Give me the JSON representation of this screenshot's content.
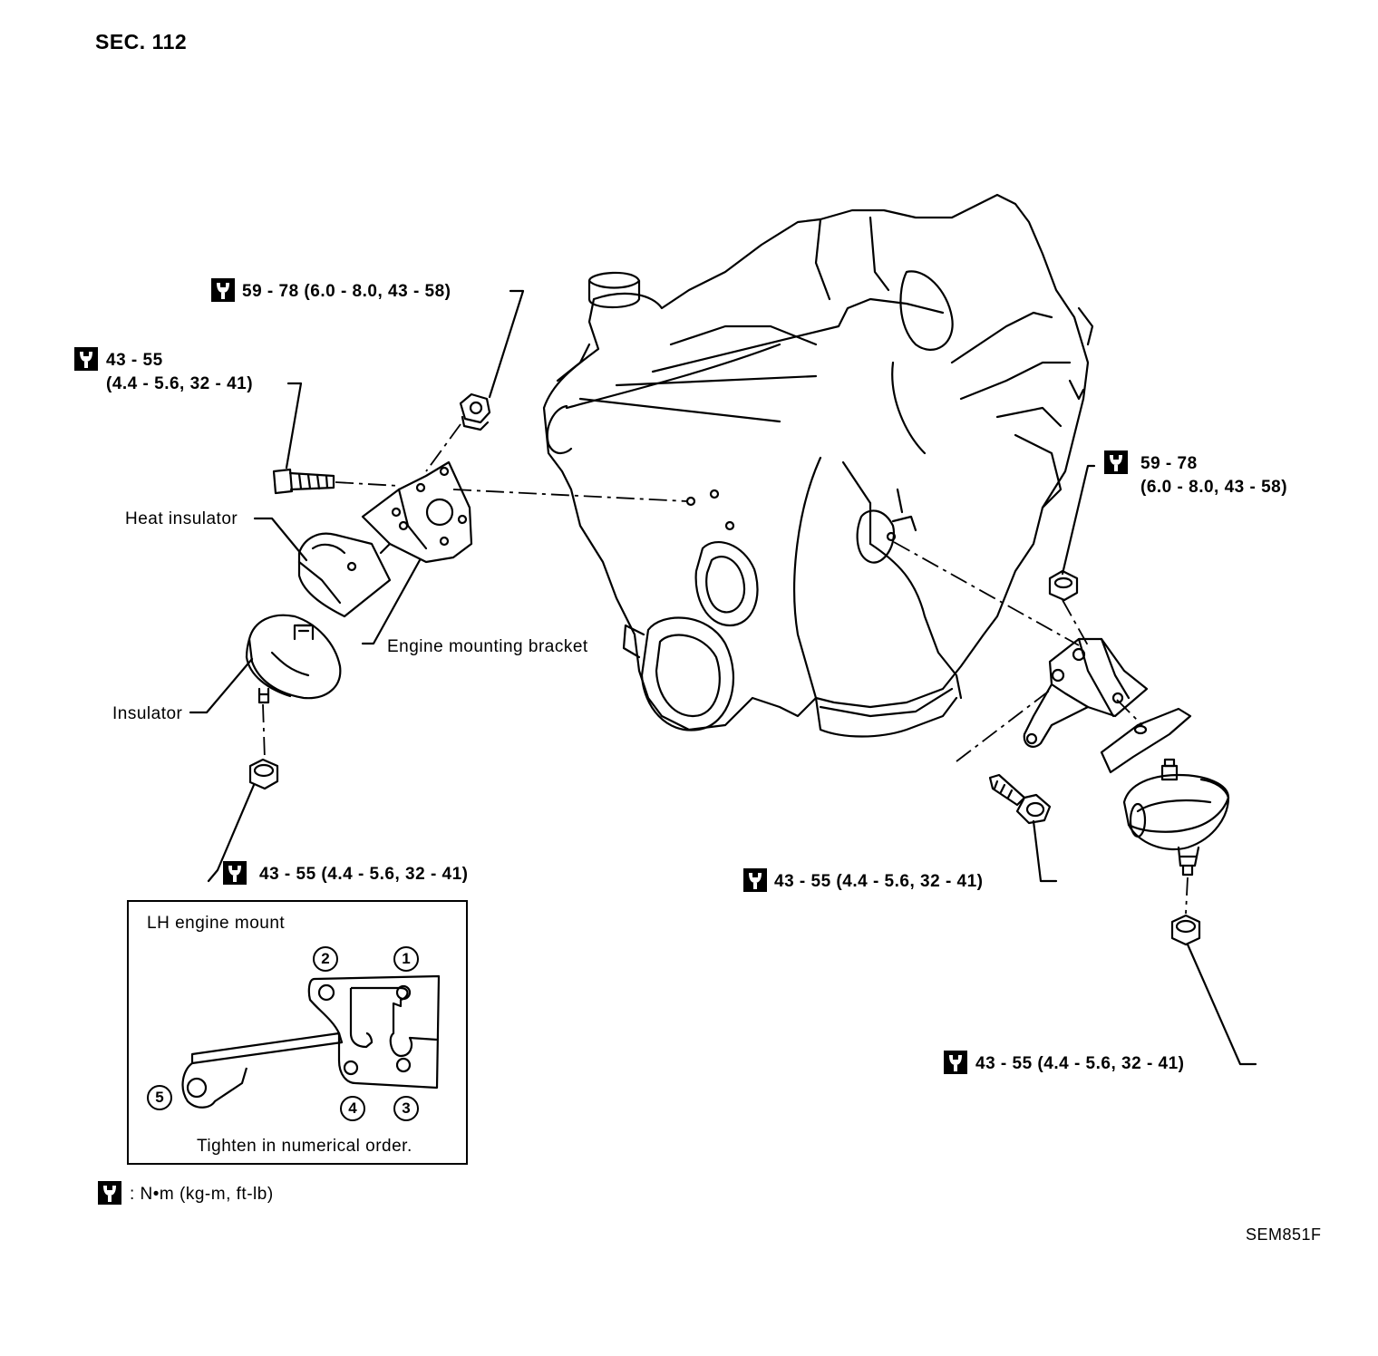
{
  "section": "SEC. 112",
  "figure_code": "SEM851F",
  "torque_specs": {
    "left_top_nut": "59 - 78 (6.0 - 8.0, 43 - 58)",
    "left_bolt_line1": "43 - 55",
    "left_bolt_line2": "(4.4 - 5.6, 32 - 41)",
    "left_bottom_nut": "43 - 55 (4.4 - 5.6, 32 - 41)",
    "right_top_line1": "59 - 78",
    "right_top_line2": "(6.0 - 8.0, 43 - 58)",
    "right_bolt": "43 - 55 (4.4 - 5.6, 32 - 41)",
    "right_bottom_nut": "43 - 55 (4.4 - 5.6, 32 - 41)"
  },
  "part_labels": {
    "heat_insulator": "Heat insulator",
    "engine_mounting_bracket": "Engine mounting bracket",
    "insulator": "Insulator"
  },
  "inset": {
    "title": "LH engine mount",
    "note": "Tighten in numerical order.",
    "order_numbers": [
      "1",
      "2",
      "3",
      "4",
      "5"
    ]
  },
  "legend": {
    "unit_text": ": N•m (kg-m, ft-lb)"
  },
  "icons": {
    "torque": "torque-wrench-icon"
  }
}
